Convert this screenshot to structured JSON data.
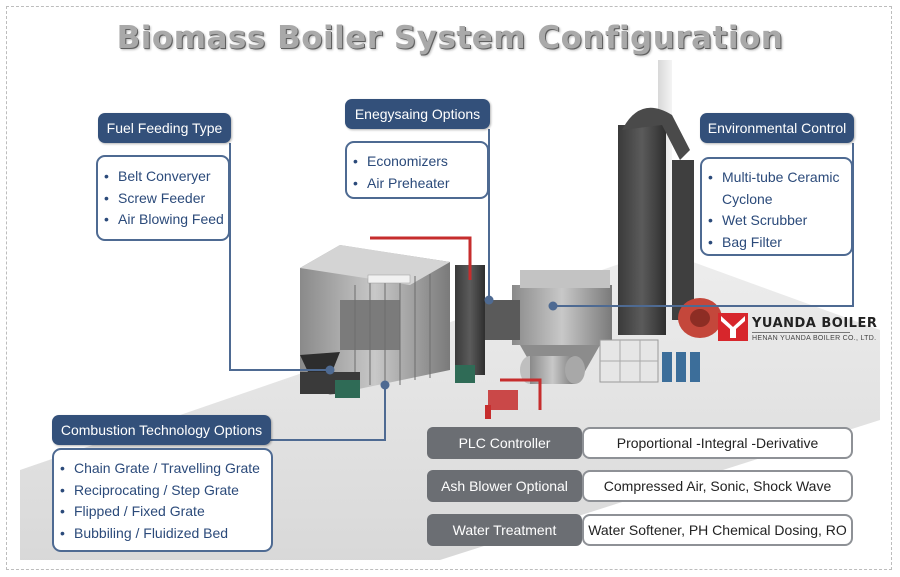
{
  "title": "Biomass Boiler System Configuration",
  "fuel_feeding": {
    "header": "Fuel Feeding Type",
    "items": [
      "Belt Converyer",
      "Screw Feeder",
      "Air Blowing Feed"
    ]
  },
  "energy_saving": {
    "header": "Enegysaing Options",
    "items": [
      "Economizers",
      "Air Preheater"
    ]
  },
  "environmental": {
    "header": "Environmental Control",
    "items": [
      "Multi-tube Ceramic",
      "Cyclone",
      "Wet Scrubber",
      "Bag Filter"
    ]
  },
  "combustion": {
    "header": "Combustion Technology Options",
    "items": [
      "Chain Grate / Travelling Grate",
      "Reciprocating / Step Grate",
      "Flipped / Fixed Grate",
      "Bubbiling / Fluidized Bed"
    ]
  },
  "options": [
    {
      "label": "PLC Controller",
      "value": "Proportional -Integral -Derivative"
    },
    {
      "label": "Ash Blower Optional",
      "value": "Compressed Air, Sonic, Shock Wave"
    },
    {
      "label": "Water Treatment",
      "value": "Water Softener, PH Chemical Dosing, RO"
    }
  ],
  "logo": {
    "name": "YUANDA BOILER",
    "sub": "HENAN YUANDA BOILER CO., LTD.",
    "color": "#d7262c"
  },
  "colors": {
    "header_bg": "#33507a",
    "box_border": "#4e6a92",
    "connector": "#4e6a92",
    "option_label_bg": "#6b6e73"
  }
}
